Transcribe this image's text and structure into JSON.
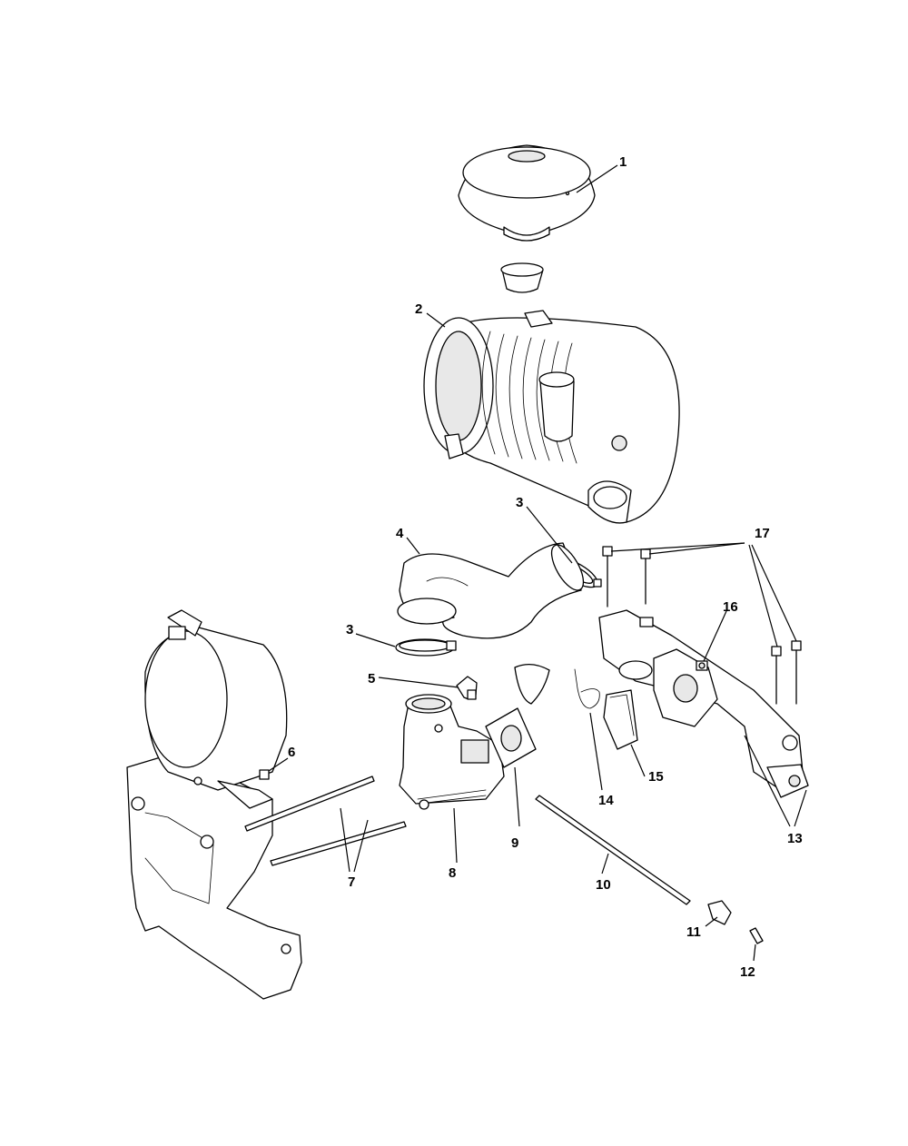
{
  "callouts": {
    "c1": "1",
    "c2": "2",
    "c3a": "3",
    "c3b": "3",
    "c4": "4",
    "c5": "5",
    "c6": "6",
    "c7": "7",
    "c8": "8",
    "c9": "9",
    "c10": "10",
    "c11": "11",
    "c12": "12",
    "c13": "13",
    "c14": "14",
    "c15": "15",
    "c16": "16",
    "c17": "17"
  },
  "parts": [
    {
      "id": 1,
      "icon": "air-cleaner-cap-icon"
    },
    {
      "id": 2,
      "icon": "air-cleaner-assembly-icon"
    },
    {
      "id": 3,
      "icon": "hose-clamp-icon"
    },
    {
      "id": 4,
      "icon": "intake-elbow-hose-icon"
    },
    {
      "id": 5,
      "icon": "elbow-fitting-icon"
    },
    {
      "id": 6,
      "icon": "bolt-icon"
    },
    {
      "id": 7,
      "icon": "stud-rod-icon"
    },
    {
      "id": 8,
      "icon": "intake-adapter-icon"
    },
    {
      "id": 9,
      "icon": "gasket-icon"
    },
    {
      "id": 10,
      "icon": "long-rod-icon"
    },
    {
      "id": 11,
      "icon": "fitting-icon"
    },
    {
      "id": 12,
      "icon": "pin-icon"
    },
    {
      "id": 13,
      "icon": "intake-manifold-icon"
    },
    {
      "id": 14,
      "icon": "cable-tie-icon"
    },
    {
      "id": 15,
      "icon": "sensor-icon"
    },
    {
      "id": 16,
      "icon": "manifold-fitting-icon"
    },
    {
      "id": 17,
      "icon": "manifold-bolt-icon"
    }
  ]
}
